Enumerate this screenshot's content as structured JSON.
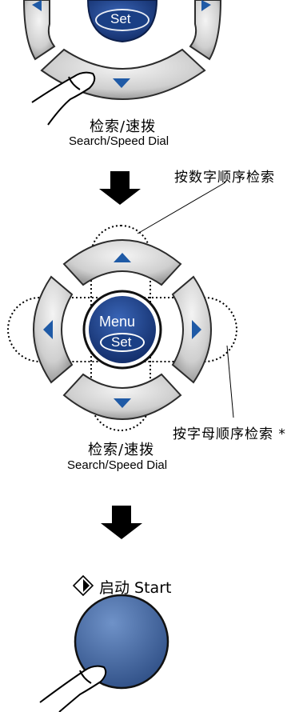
{
  "panel_top": {
    "set_label": "Set",
    "caption_cn": "检索/速拨",
    "caption_en": "Search/Speed Dial"
  },
  "panel_middle": {
    "menu_label": "Menu",
    "set_label": "Set",
    "caption_cn": "检索/速拨",
    "caption_en": "Search/Speed Dial",
    "callout_numeric": "按数字顺序检索",
    "callout_alpha": "按字母顺序检索 *"
  },
  "panel_start": {
    "icon": "start-diamond-icon",
    "label": "启动 Start"
  },
  "colors": {
    "ring_outer": "#3a3a3a",
    "gray_light": "#e6e6e6",
    "gray_mid": "#bdbdbd",
    "arrow_blue": "#1f5aa6",
    "center_blue": "#1a3f85",
    "start_blue": "#4a6ea6"
  }
}
